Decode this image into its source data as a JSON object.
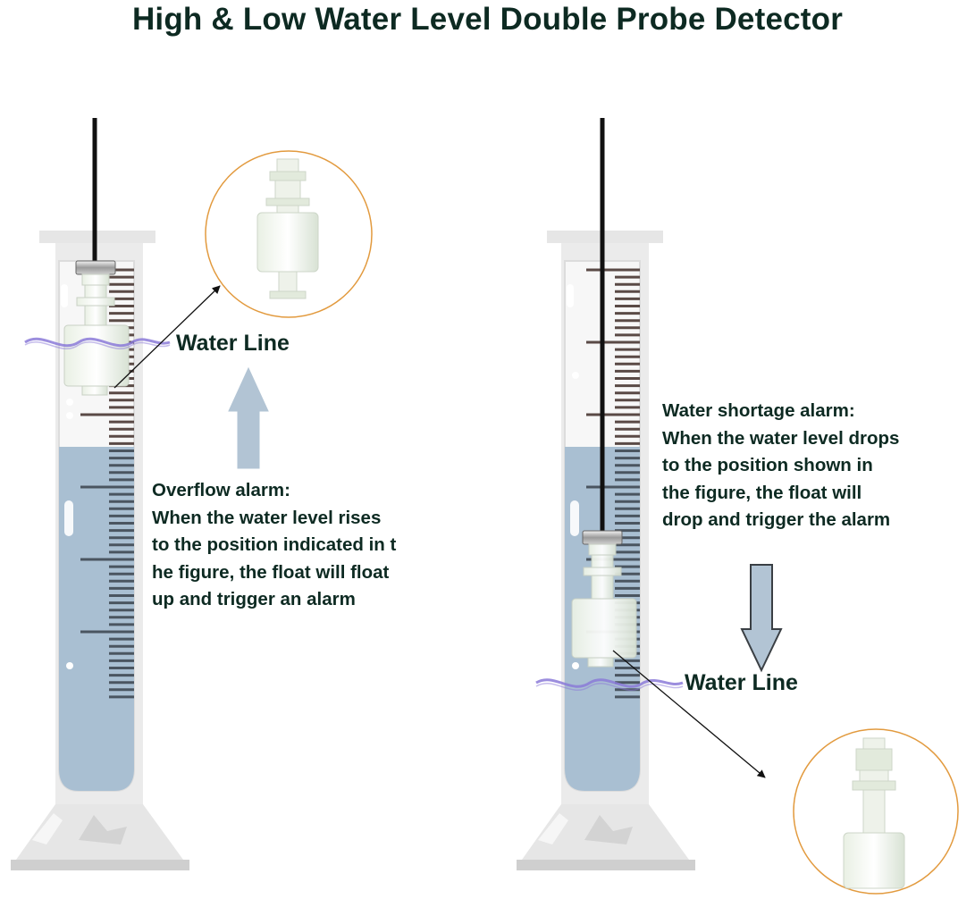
{
  "title": "High & Low Water Level Double Probe Detector",
  "left": {
    "water_line_label": "Water Line",
    "description_lines": [
      "Overflow alarm:",
      "When the water level rises",
      "to the position indicated in t",
      "he figure, the float will float",
      "up and trigger an alarm"
    ]
  },
  "right": {
    "water_line_label": "Water Line",
    "description_lines": [
      "Water shortage alarm:",
      "When the water level drops",
      "to the position shown in",
      "the figure, the float will",
      "drop and trigger the alarm"
    ]
  },
  "colors": {
    "text": "#0d2a22",
    "water": "#a9bfd2",
    "cylinder": "#e8e8e8",
    "wave": "#8b7ad8",
    "inset_ring": "#e29a3e",
    "arrow_fill": "#b2c4d4",
    "arrow_stroke": "#3a3f44"
  }
}
